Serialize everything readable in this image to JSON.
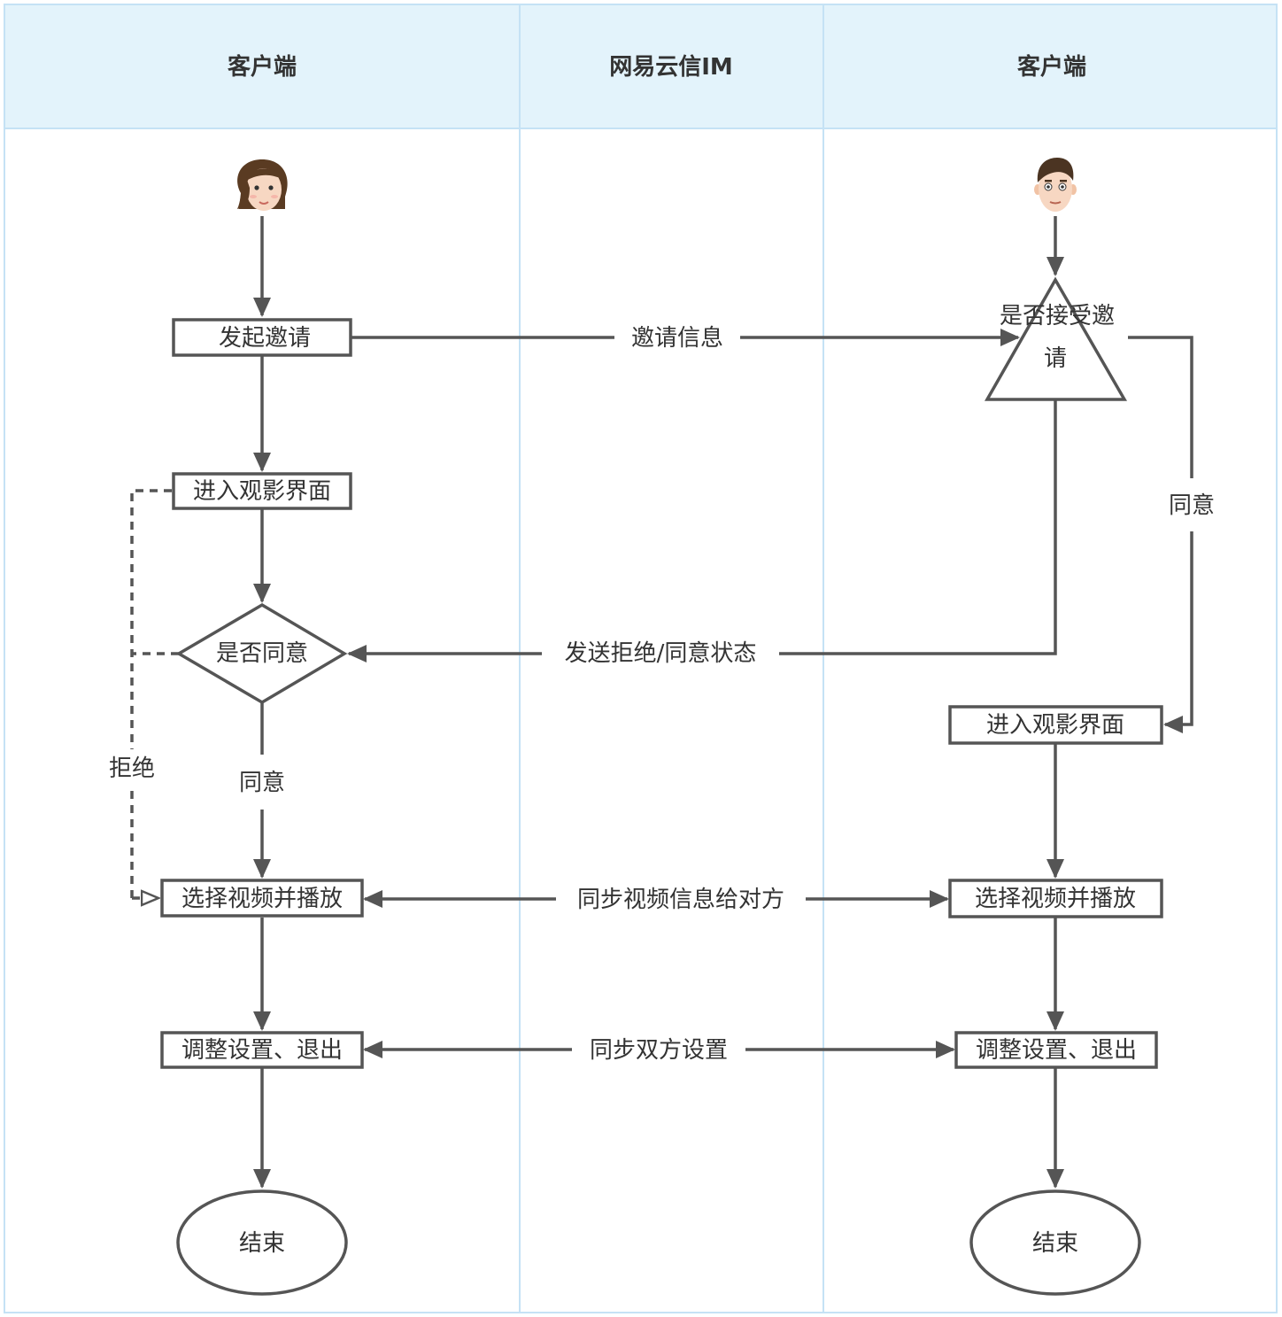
{
  "lanes": [
    {
      "title": "客户端"
    },
    {
      "title": "网易云信IM"
    },
    {
      "title": "客户端"
    }
  ],
  "actors": [
    {
      "icon": "woman-avatar-icon"
    },
    {
      "icon": "man-avatar-icon"
    }
  ],
  "nodes": {
    "send_invite": "发起邀请",
    "enter_room_left": "进入观影界面",
    "agree_decision": "是否同意",
    "select_play_left": "选择视频并播放",
    "adjust_exit_left": "调整设置、退出",
    "end_left": "结束",
    "accept_decision_line1": "是否接受邀",
    "accept_decision_line2": "请",
    "enter_room_right": "进入观影界面",
    "select_play_right": "选择视频并播放",
    "adjust_exit_right": "调整设置、退出",
    "end_right": "结束"
  },
  "edge_labels": {
    "invite_info": "邀请信息",
    "send_status": "发送拒绝/同意状态",
    "agree_right": "同意",
    "agree_left": "同意",
    "reject": "拒绝",
    "sync_video": "同步视频信息给对方",
    "sync_settings": "同步双方设置"
  },
  "colors": {
    "header_bg": "#e3f3fb",
    "lane_border": "#c5e2f5",
    "stroke": "#555555",
    "text": "#333333"
  }
}
